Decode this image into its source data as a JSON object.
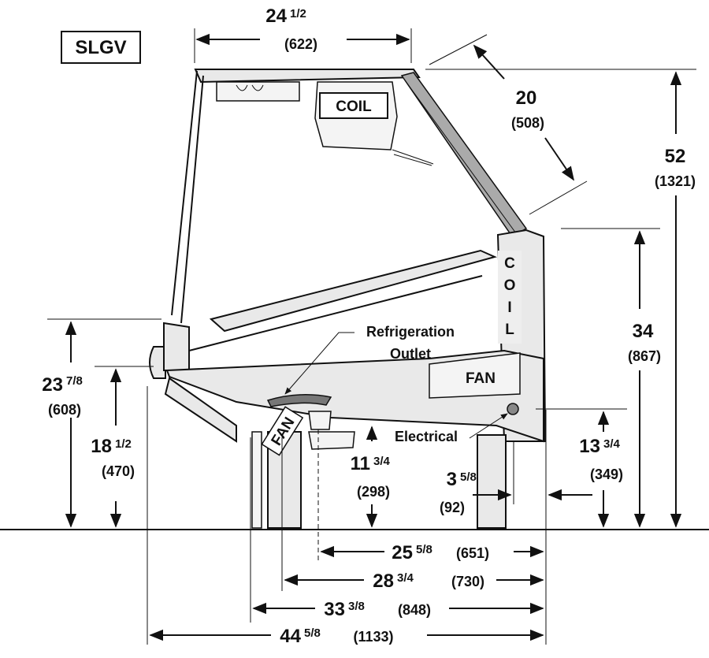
{
  "model": "SLGV",
  "labels": {
    "coil_top": "COIL",
    "coil_side": [
      "C",
      "O",
      "I",
      "L"
    ],
    "fan_right": "FAN",
    "fan_left": "FAN",
    "refrigeration_1": "Refrigeration",
    "refrigeration_2": "Outlet",
    "electrical": "Electrical"
  },
  "dimensions": {
    "top_width": {
      "whole": "24",
      "frac": "1/2",
      "metric": "(622)"
    },
    "glass_diag": {
      "whole": "20",
      "frac": "",
      "metric": "(508)"
    },
    "overall_height": {
      "whole": "52",
      "frac": "",
      "metric": "(1321)"
    },
    "rear_height": {
      "whole": "34",
      "frac": "",
      "metric": "(867)"
    },
    "front_height": {
      "whole": "23",
      "frac": "7/8",
      "metric": "(608)"
    },
    "bumper_height": {
      "whole": "18",
      "frac": "1/2",
      "metric": "(470)"
    },
    "elec_height": {
      "whole": "13",
      "frac": "3/4",
      "metric": "(349)"
    },
    "drain_height": {
      "whole": "11",
      "frac": "3/4",
      "metric": "(298)"
    },
    "elec_offset": {
      "whole": "3",
      "frac": "5/8",
      "metric": "(92)"
    },
    "depth_a": {
      "whole": "25",
      "frac": "5/8",
      "metric": "(651)"
    },
    "depth_b": {
      "whole": "28",
      "frac": "3/4",
      "metric": "(730)"
    },
    "depth_c": {
      "whole": "33",
      "frac": "3/8",
      "metric": "(848)"
    },
    "depth_d": {
      "whole": "44",
      "frac": "5/8",
      "metric": "(1133)"
    }
  }
}
